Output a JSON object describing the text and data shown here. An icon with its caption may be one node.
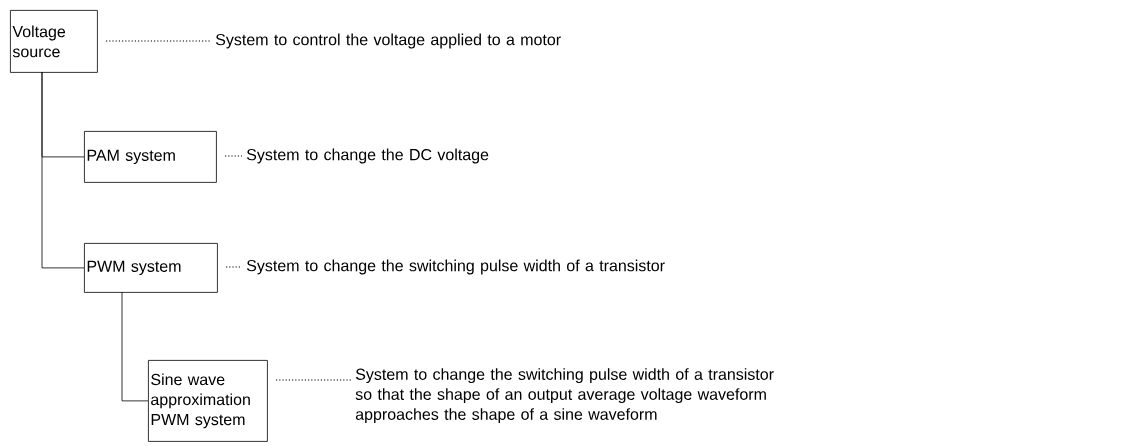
{
  "diagram": {
    "nodes": [
      {
        "text": [
          "Voltage source"
        ]
      },
      {
        "text": [
          "PAM system"
        ]
      },
      {
        "text": [
          "PWM system"
        ]
      },
      {
        "text": [
          "Sine wave approximation PWM system"
        ]
      }
    ],
    "edges": [
      {
        "from": 0,
        "to": 1,
        "arrow": "none"
      },
      {
        "from": 0,
        "to": 2,
        "arrow": "none"
      },
      {
        "from": 2,
        "to": 3,
        "arrow": "none"
      }
    ],
    "labels": [
      "System to control the voltage applied to a motor",
      "System to change the DC voltage",
      "System to change the switching pulse width of a transistor",
      "System to change the switching pulse width of a transistor so that the shape of an output average voltage waveform approaches the shape of a sine waveform"
    ]
  }
}
